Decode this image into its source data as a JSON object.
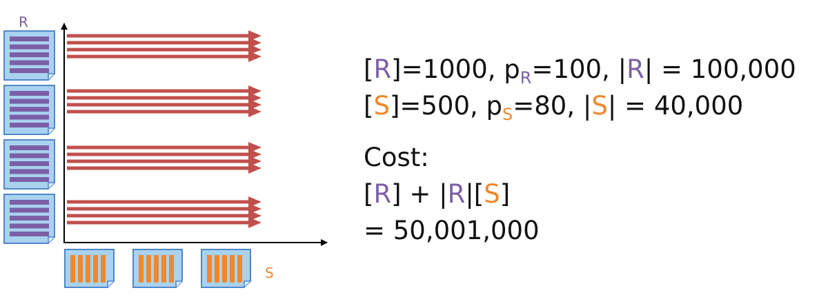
{
  "colors": {
    "r_accent": "#7b5fa6",
    "s_accent": "#f0882c",
    "arrow": "#c0504d",
    "page_fill": "#a9d2ef",
    "page_border": "#4f86c6"
  },
  "labels": {
    "r": "R",
    "s": "S"
  },
  "stats": {
    "r": {
      "br_open": "[",
      "name": "R",
      "br_close": "]",
      "pages_text": "=1000, p",
      "sub": "R",
      "rec_text": "=100, |",
      "name2": "R",
      "card_text": "| = 100,000"
    },
    "s": {
      "br_open": "[",
      "name": "S",
      "br_close": "]",
      "pages_text": "=500, p",
      "sub": "S",
      "rec_text": "=80, |",
      "name2": "S",
      "card_text": "| = 40,000"
    }
  },
  "cost": {
    "heading": "Cost:",
    "f_open1": "[",
    "f_r1": "R",
    "f_close1": "]",
    "f_plus": " + |",
    "f_r2": "R",
    "f_mid": "|[",
    "f_s": "S",
    "f_close2": "]",
    "result": "= 50,001,000"
  }
}
